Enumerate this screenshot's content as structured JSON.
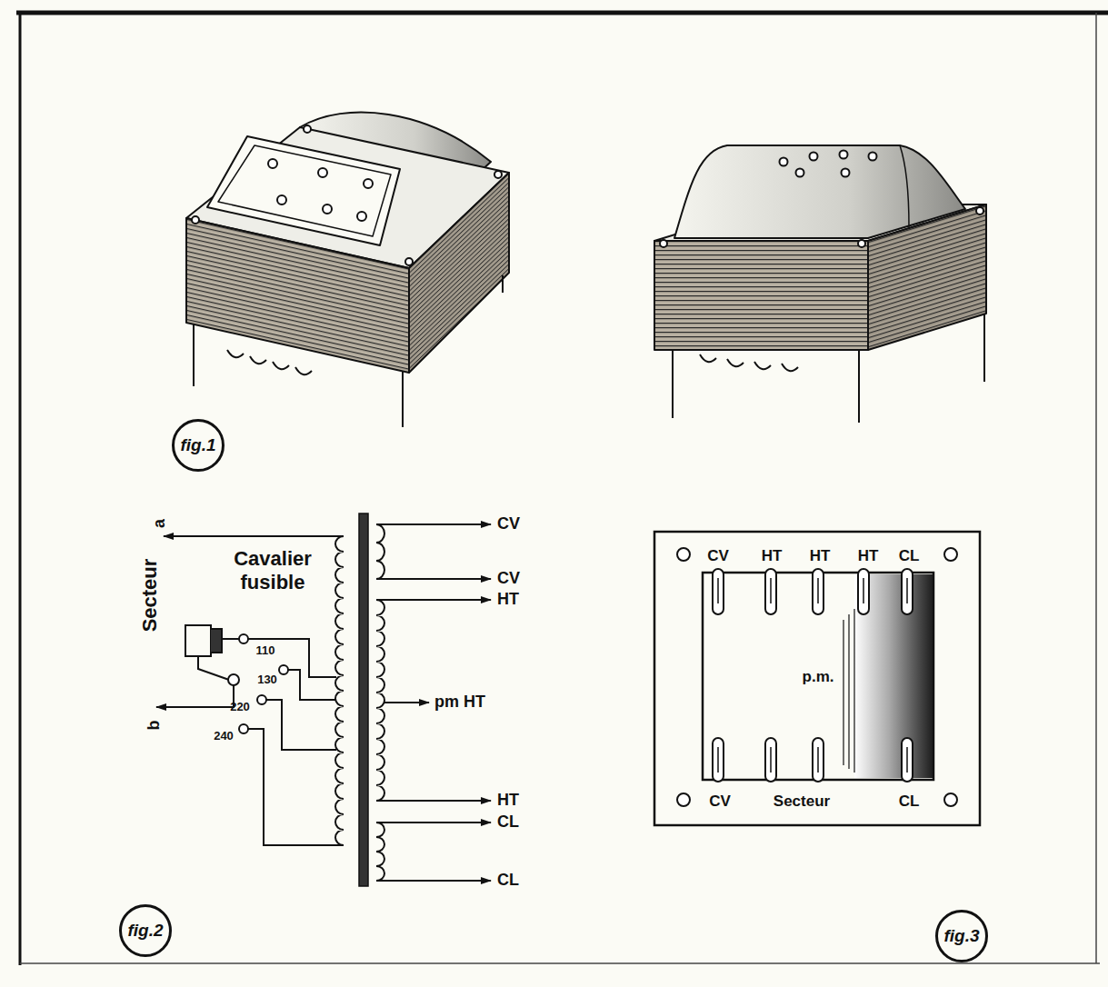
{
  "diagram": {
    "nodes": [
      {
        "text": [
          "fig.1"
        ]
      },
      {
        "text": [
          "fig.2"
        ]
      },
      {
        "text": [
          "fig.3"
        ]
      }
    ],
    "labels": [
      "Secteur",
      "a",
      "b",
      "Cavalier fusible",
      "110",
      "130",
      "220",
      "240",
      "CV",
      "CV",
      "HT",
      "pm HT",
      "HT",
      "CL",
      "CL",
      "CV",
      "HT",
      "HT",
      "HT",
      "CL",
      "p.m.",
      "CV",
      "Secteur",
      "CL"
    ]
  }
}
